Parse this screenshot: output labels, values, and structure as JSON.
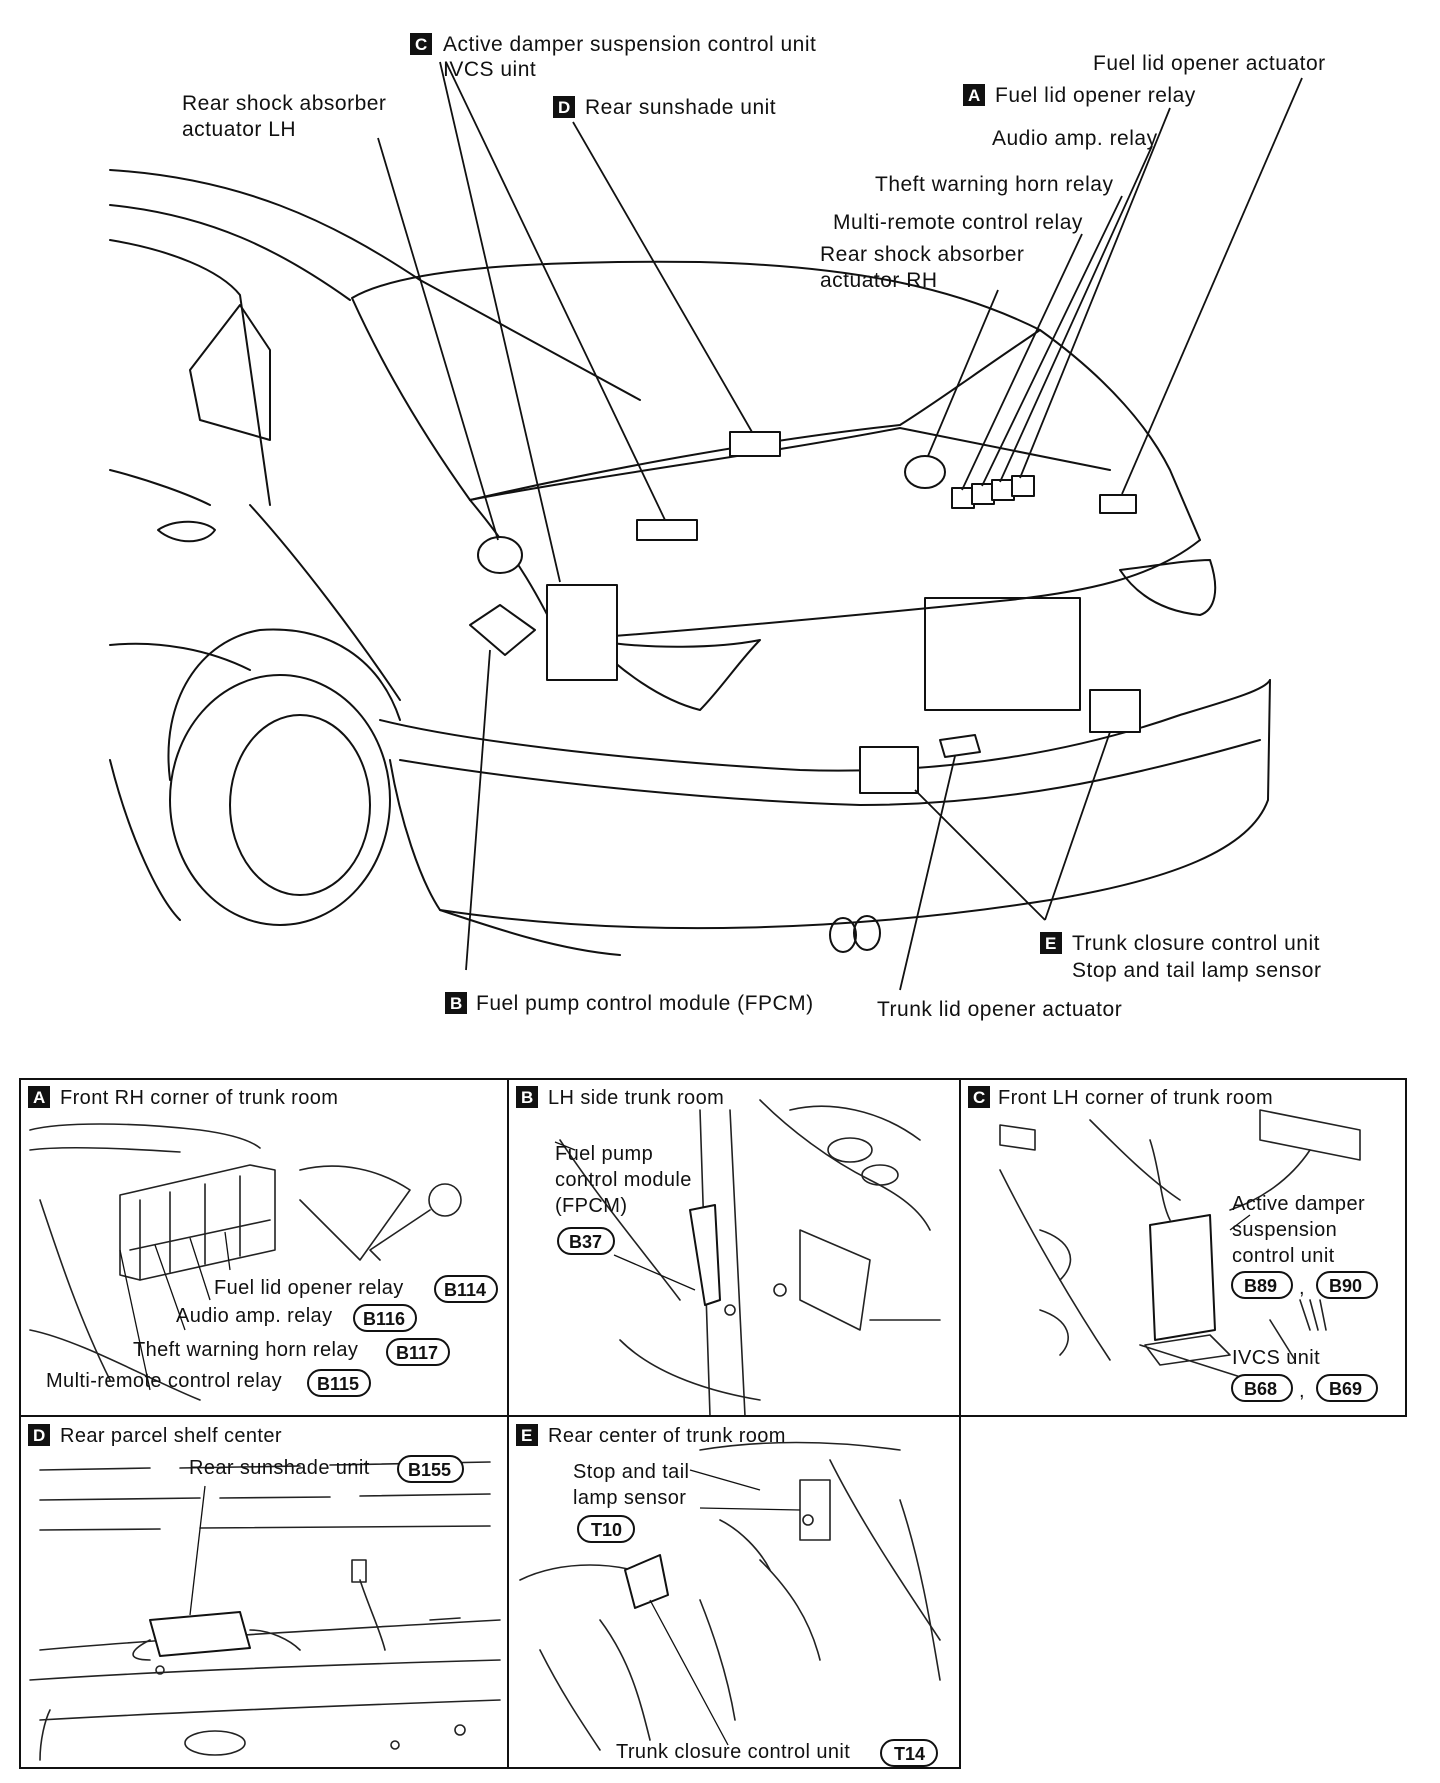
{
  "main_diagram": {
    "labels": {
      "active_damper_unit": "Active damper suspension control unit",
      "ivcs_unit": "IVCS uint",
      "rear_shock_lh_1": "Rear shock absorber",
      "rear_shock_lh_2": "actuator LH",
      "rear_sunshade": "Rear sunshade unit",
      "fuel_lid_actuator": "Fuel lid opener actuator",
      "fuel_lid_relay": "Fuel lid opener relay",
      "audio_amp_relay": "Audio amp. relay",
      "theft_horn_relay": "Theft warning horn relay",
      "multi_remote_relay": "Multi-remote control relay",
      "rear_shock_rh_1": "Rear shock absorber",
      "rear_shock_rh_2": "actuator RH",
      "trunk_closure": "Trunk closure control unit",
      "stop_tail_sensor": "Stop and tail lamp sensor",
      "fpcm": "Fuel pump control module (FPCM)",
      "trunk_lid_actuator": "Trunk lid opener actuator"
    },
    "keys": {
      "A": "A",
      "B": "B",
      "C": "C",
      "D": "D",
      "E": "E"
    }
  },
  "panels": {
    "A": {
      "key": "A",
      "title": "Front RH corner of trunk room",
      "callouts": [
        {
          "text": "Fuel lid opener relay",
          "connector": "B114"
        },
        {
          "text": "Audio amp. relay",
          "connector": "B116"
        },
        {
          "text": "Theft warning horn relay",
          "connector": "B117"
        },
        {
          "text": "Multi-remote control relay",
          "connector": "B115"
        }
      ]
    },
    "B": {
      "key": "B",
      "title": "LH side trunk room",
      "label_lines": [
        "Fuel pump",
        "control module",
        "(FPCM)"
      ],
      "connector": "B37"
    },
    "C": {
      "key": "C",
      "title": "Front LH corner of trunk room",
      "damper_lines": [
        "Active damper",
        "suspension",
        "control unit"
      ],
      "damper_connectors": [
        "B89",
        "B90"
      ],
      "ivcs_label": "IVCS unit",
      "ivcs_connectors": [
        "B68",
        "B69"
      ],
      "separator": ","
    },
    "D": {
      "key": "D",
      "title": "Rear parcel shelf center",
      "label": "Rear sunshade unit",
      "connector": "B155"
    },
    "E": {
      "key": "E",
      "title": "Rear center of trunk room",
      "sensor_lines": [
        "Stop and tail",
        "lamp sensor"
      ],
      "sensor_connector": "T10",
      "closure_label": "Trunk closure control unit",
      "closure_connector": "T14"
    }
  }
}
